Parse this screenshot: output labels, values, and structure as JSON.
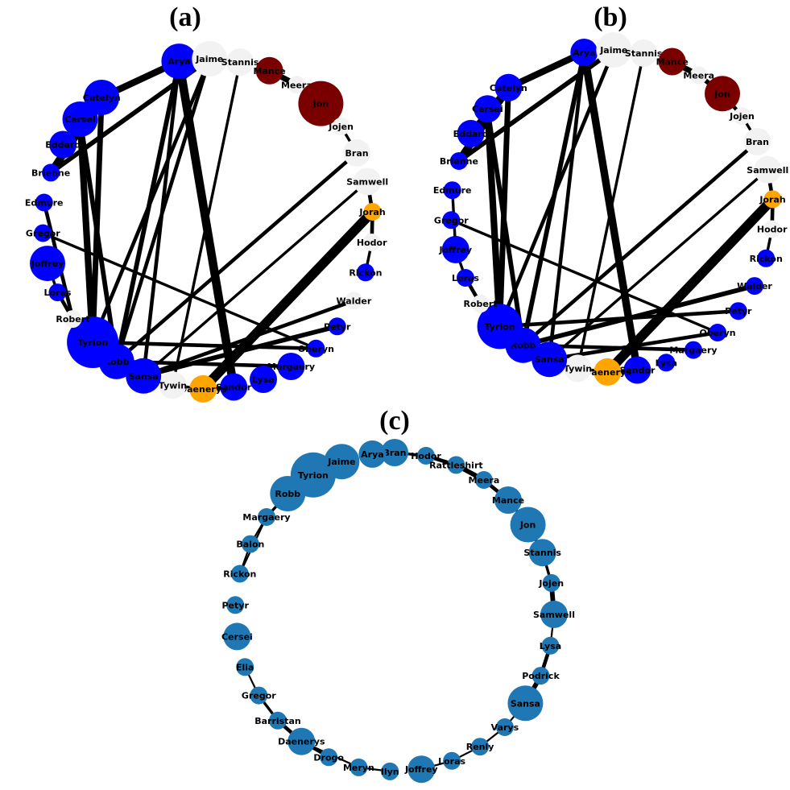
{
  "panels": [
    {
      "label": "(a)",
      "nodes": [
        {
          "name": "Arya",
          "color": "blue",
          "size": 3
        },
        {
          "name": "Jaime",
          "color": "white",
          "size": 3
        },
        {
          "name": "Stannis",
          "color": "white",
          "size": 2
        },
        {
          "name": "Mance",
          "color": "darkred",
          "size": 2
        },
        {
          "name": "Meera",
          "color": "white",
          "size": 1
        },
        {
          "name": "Jon",
          "color": "darkred",
          "size": 4
        },
        {
          "name": "Jojen",
          "color": "white",
          "size": 1
        },
        {
          "name": "Bran",
          "color": "white",
          "size": 2
        },
        {
          "name": "Samwell",
          "color": "white",
          "size": 2
        },
        {
          "name": "Jorah",
          "color": "orange",
          "size": 1
        },
        {
          "name": "Hodor",
          "color": "white",
          "size": 1
        },
        {
          "name": "Rickon",
          "color": "blue",
          "size": 1
        },
        {
          "name": "Walder",
          "color": "white",
          "size": 1
        },
        {
          "name": "Petyr",
          "color": "blue",
          "size": 1
        },
        {
          "name": "Oberyn",
          "color": "blue",
          "size": 1
        },
        {
          "name": "Margaery",
          "color": "blue",
          "size": 2
        },
        {
          "name": "Lysa",
          "color": "blue",
          "size": 2
        },
        {
          "name": "Sandor",
          "color": "blue",
          "size": 2
        },
        {
          "name": "Daenerys",
          "color": "orange",
          "size": 2
        },
        {
          "name": "Tywin",
          "color": "white",
          "size": 2
        },
        {
          "name": "Sansa",
          "color": "blue",
          "size": 3
        },
        {
          "name": "Robb",
          "color": "blue",
          "size": 3
        },
        {
          "name": "Tyrion",
          "color": "blue",
          "size": 5
        },
        {
          "name": "Robert",
          "color": "white",
          "size": 1
        },
        {
          "name": "Loras",
          "color": "blue",
          "size": 1
        },
        {
          "name": "Joffrey",
          "color": "blue",
          "size": 3
        },
        {
          "name": "Gregor",
          "color": "blue",
          "size": 1
        },
        {
          "name": "Edmure",
          "color": "blue",
          "size": 1
        },
        {
          "name": "Brienne",
          "color": "blue",
          "size": 1
        },
        {
          "name": "Eddard",
          "color": "blue",
          "size": 2
        },
        {
          "name": "Cersei",
          "color": "blue",
          "size": 3
        },
        {
          "name": "Catelyn",
          "color": "blue",
          "size": 3
        }
      ],
      "edges": [
        [
          "Mance",
          "Meera",
          5
        ],
        [
          "Meera",
          "Jon",
          4
        ],
        [
          "Jon",
          "Jojen",
          3
        ],
        [
          "Jojen",
          "Bran",
          2
        ],
        [
          "Samwell",
          "Jorah",
          3
        ],
        [
          "Jorah",
          "Hodor",
          3
        ],
        [
          "Jorah",
          "Daenerys",
          9
        ],
        [
          "Arya",
          "Sandor",
          8
        ],
        [
          "Arya",
          "Robb",
          4
        ],
        [
          "Arya",
          "Sansa",
          3
        ],
        [
          "Arya",
          "Catelyn",
          6
        ],
        [
          "Jaime",
          "Brienne",
          4
        ],
        [
          "Jaime",
          "Robb",
          3
        ],
        [
          "Jaime",
          "Tyrion",
          3
        ],
        [
          "Stannis",
          "Tywin",
          2
        ],
        [
          "Catelyn",
          "Tyrion",
          5
        ],
        [
          "Catelyn",
          "Eddard",
          6
        ],
        [
          "Catelyn",
          "Brienne",
          7
        ],
        [
          "Cersei",
          "Tyrion",
          6
        ],
        [
          "Cersei",
          "Robb",
          4
        ],
        [
          "Bran",
          "Robb",
          3
        ],
        [
          "Samwell",
          "Sansa",
          2
        ],
        [
          "Sansa",
          "Petyr",
          4
        ],
        [
          "Sansa",
          "Walder",
          3
        ],
        [
          "Tyrion",
          "Oberyn",
          3
        ],
        [
          "Robb",
          "Margaery",
          3
        ],
        [
          "Tywin",
          "Daenerys",
          2
        ],
        [
          "Daenerys",
          "Sandor",
          3
        ],
        [
          "Loras",
          "Robert",
          3
        ],
        [
          "Edmure",
          "Robert",
          3
        ],
        [
          "Gregor",
          "Oberyn",
          2
        ],
        [
          "Joffrey",
          "Loras",
          2
        ],
        [
          "Sansa",
          "Tyrion",
          4
        ],
        [
          "Rickon",
          "Hodor",
          2
        ]
      ]
    },
    {
      "label": "(b)",
      "nodes": [
        {
          "name": "Arya",
          "color": "blue",
          "size": 2
        },
        {
          "name": "Jaime",
          "color": "white",
          "size": 3
        },
        {
          "name": "Stannis",
          "color": "white",
          "size": 2
        },
        {
          "name": "Mance",
          "color": "darkred",
          "size": 2
        },
        {
          "name": "Meera",
          "color": "white",
          "size": 1
        },
        {
          "name": "Jon",
          "color": "darkred",
          "size": 3
        },
        {
          "name": "Jojen",
          "color": "white",
          "size": 1
        },
        {
          "name": "Bran",
          "color": "white",
          "size": 2
        },
        {
          "name": "Samwell",
          "color": "white",
          "size": 2
        },
        {
          "name": "Jorah",
          "color": "orange",
          "size": 1
        },
        {
          "name": "Hodor",
          "color": "white",
          "size": 1
        },
        {
          "name": "Rickon",
          "color": "blue",
          "size": 1
        },
        {
          "name": "Walder",
          "color": "blue",
          "size": 1
        },
        {
          "name": "Petyr",
          "color": "blue",
          "size": 1
        },
        {
          "name": "Oberyn",
          "color": "blue",
          "size": 1
        },
        {
          "name": "Margaery",
          "color": "blue",
          "size": 1
        },
        {
          "name": "Lysa",
          "color": "blue",
          "size": 1
        },
        {
          "name": "Sandor",
          "color": "blue",
          "size": 2
        },
        {
          "name": "Daenerys",
          "color": "orange",
          "size": 2
        },
        {
          "name": "Tywin",
          "color": "white",
          "size": 2
        },
        {
          "name": "Sansa",
          "color": "blue",
          "size": 3
        },
        {
          "name": "Robb",
          "color": "blue",
          "size": 3
        },
        {
          "name": "Tyrion",
          "color": "blue",
          "size": 4
        },
        {
          "name": "Robert",
          "color": "white",
          "size": 1
        },
        {
          "name": "Loras",
          "color": "blue",
          "size": 1
        },
        {
          "name": "Joffrey",
          "color": "blue",
          "size": 2
        },
        {
          "name": "Gregor",
          "color": "blue",
          "size": 1
        },
        {
          "name": "Edmure",
          "color": "blue",
          "size": 1
        },
        {
          "name": "Brienne",
          "color": "blue",
          "size": 1
        },
        {
          "name": "Eddard",
          "color": "blue",
          "size": 2
        },
        {
          "name": "Cersei",
          "color": "blue",
          "size": 2
        },
        {
          "name": "Catelyn",
          "color": "blue",
          "size": 2
        }
      ],
      "edges": [
        [
          "Mance",
          "Meera",
          5
        ],
        [
          "Meera",
          "Jon",
          4
        ],
        [
          "Jon",
          "Jojen",
          3
        ],
        [
          "Jojen",
          "Bran",
          2
        ],
        [
          "Samwell",
          "Jorah",
          3
        ],
        [
          "Jorah",
          "Hodor",
          3
        ],
        [
          "Jorah",
          "Daenerys",
          9
        ],
        [
          "Arya",
          "Sandor",
          7
        ],
        [
          "Arya",
          "Robb",
          4
        ],
        [
          "Arya",
          "Sansa",
          3
        ],
        [
          "Arya",
          "Catelyn",
          6
        ],
        [
          "Jaime",
          "Brienne",
          4
        ],
        [
          "Jaime",
          "Tyrion",
          3
        ],
        [
          "Stannis",
          "Tywin",
          2
        ],
        [
          "Catelyn",
          "Tyrion",
          5
        ],
        [
          "Catelyn",
          "Eddard",
          6
        ],
        [
          "Catelyn",
          "Brienne",
          7
        ],
        [
          "Cersei",
          "Tyrion",
          6
        ],
        [
          "Cersei",
          "Robb",
          4
        ],
        [
          "Bran",
          "Robb",
          3
        ],
        [
          "Samwell",
          "Sansa",
          2
        ],
        [
          "Robb",
          "Walder",
          4
        ],
        [
          "Tyrion",
          "Petyr",
          3
        ],
        [
          "Sansa",
          "Oberyn",
          3
        ],
        [
          "Robb",
          "Margaery",
          3
        ],
        [
          "Tywin",
          "Daenerys",
          2
        ],
        [
          "Daenerys",
          "Sandor",
          3
        ],
        [
          "Loras",
          "Robert",
          3
        ],
        [
          "Edmure",
          "Joffrey",
          2
        ],
        [
          "Gregor",
          "Oberyn",
          2
        ],
        [
          "Joffrey",
          "Loras",
          2
        ],
        [
          "Sansa",
          "Tyrion",
          4
        ],
        [
          "Rickon",
          "Hodor",
          2
        ]
      ]
    },
    {
      "label": "(c)",
      "nodes": [
        {
          "name": "Bran",
          "color": "steelblue",
          "size": 2
        },
        {
          "name": "Hodor",
          "color": "steelblue",
          "size": 1
        },
        {
          "name": "Rattleshirt",
          "color": "steelblue",
          "size": 1
        },
        {
          "name": "Meera",
          "color": "steelblue",
          "size": 1
        },
        {
          "name": "Mance",
          "color": "steelblue",
          "size": 2
        },
        {
          "name": "Jon",
          "color": "steelblue",
          "size": 3
        },
        {
          "name": "Stannis",
          "color": "steelblue",
          "size": 2
        },
        {
          "name": "Jojen",
          "color": "steelblue",
          "size": 1
        },
        {
          "name": "Samwell",
          "color": "steelblue",
          "size": 2
        },
        {
          "name": "Lysa",
          "color": "steelblue",
          "size": 1
        },
        {
          "name": "Podrick",
          "color": "steelblue",
          "size": 1
        },
        {
          "name": "Sansa",
          "color": "steelblue",
          "size": 3
        },
        {
          "name": "Varys",
          "color": "steelblue",
          "size": 1
        },
        {
          "name": "Renly",
          "color": "steelblue",
          "size": 1
        },
        {
          "name": "Loras",
          "color": "steelblue",
          "size": 1
        },
        {
          "name": "Joffrey",
          "color": "steelblue",
          "size": 2
        },
        {
          "name": "Ilyn",
          "color": "steelblue",
          "size": 1
        },
        {
          "name": "Meryn",
          "color": "steelblue",
          "size": 1
        },
        {
          "name": "Drogo",
          "color": "steelblue",
          "size": 1
        },
        {
          "name": "Daenerys",
          "color": "steelblue",
          "size": 2
        },
        {
          "name": "Barristan",
          "color": "steelblue",
          "size": 1
        },
        {
          "name": "Gregor",
          "color": "steelblue",
          "size": 1
        },
        {
          "name": "Elia",
          "color": "steelblue",
          "size": 1
        },
        {
          "name": "Cersei",
          "color": "steelblue",
          "size": 2
        },
        {
          "name": "Petyr",
          "color": "steelblue",
          "size": 1
        },
        {
          "name": "Rickon",
          "color": "steelblue",
          "size": 1
        },
        {
          "name": "Balon",
          "color": "steelblue",
          "size": 1
        },
        {
          "name": "Margaery",
          "color": "steelblue",
          "size": 1
        },
        {
          "name": "Robb",
          "color": "steelblue",
          "size": 3
        },
        {
          "name": "Tyrion",
          "color": "steelblue",
          "size": 4
        },
        {
          "name": "Jaime",
          "color": "steelblue",
          "size": 3
        },
        {
          "name": "Arya",
          "color": "steelblue",
          "size": 2
        }
      ],
      "edges": [
        [
          "Hodor",
          "Rattleshirt",
          3
        ],
        [
          "Rattleshirt",
          "Meera",
          4
        ],
        [
          "Meera",
          "Mance",
          3
        ],
        [
          "Mance",
          "Jon",
          2
        ],
        [
          "Jon",
          "Stannis",
          2
        ],
        [
          "Stannis",
          "Jojen",
          2
        ],
        [
          "Jojen",
          "Samwell",
          4
        ],
        [
          "Lysa",
          "Podrick",
          3
        ],
        [
          "Podrick",
          "Sansa",
          4
        ],
        [
          "Sansa",
          "Varys",
          1
        ],
        [
          "Varys",
          "Renly",
          1
        ],
        [
          "Renly",
          "Loras",
          1
        ],
        [
          "Loras",
          "Joffrey",
          1
        ],
        [
          "Ilyn",
          "Meryn",
          1
        ],
        [
          "Meryn",
          "Daenerys",
          1
        ],
        [
          "Drogo",
          "Daenerys",
          2
        ],
        [
          "Daenerys",
          "Barristan",
          3
        ],
        [
          "Barristan",
          "Gregor",
          2
        ],
        [
          "Gregor",
          "Elia",
          1
        ],
        [
          "Robb",
          "Margaery",
          2
        ],
        [
          "Margaery",
          "Balon",
          1
        ],
        [
          "Margaery",
          "Rickon",
          1
        ],
        [
          "Rickon",
          "Balon",
          1
        ],
        [
          "Bran",
          "Hodor",
          2
        ],
        [
          "Samwell",
          "Lysa",
          1
        ]
      ]
    }
  ]
}
